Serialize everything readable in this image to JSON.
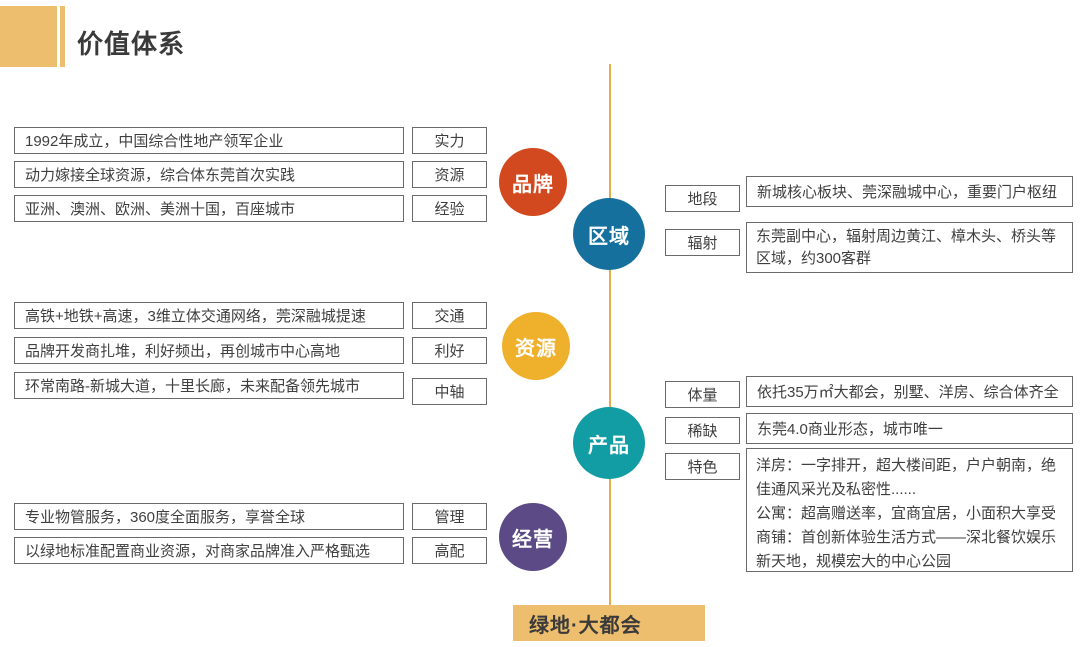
{
  "header": {
    "title": "价值体系"
  },
  "colors": {
    "accent_gold": "#ECBE6E",
    "line_gold": "#E9AC4B",
    "circle_brand": "#D3491F",
    "circle_region": "#15709D",
    "circle_resource": "#EFB02C",
    "circle_product": "#129DA5",
    "circle_operation": "#5B4A86"
  },
  "circles": [
    {
      "label": "品牌"
    },
    {
      "label": "区域"
    },
    {
      "label": "资源"
    },
    {
      "label": "产品"
    },
    {
      "label": "经营"
    }
  ],
  "left": {
    "brand_rows": [
      {
        "text": "1992年成立，中国综合性地产领军企业",
        "tag": "实力"
      },
      {
        "text": "动力嫁接全球资源，综合体东莞首次实践",
        "tag": "资源"
      },
      {
        "text": "亚洲、澳洲、欧洲、美洲十国，百座城市",
        "tag": "经验"
      }
    ],
    "resource_rows": [
      {
        "text": "高铁+地铁+高速，3维立体交通网络，莞深融城提速",
        "tag": "交通"
      },
      {
        "text": "品牌开发商扎堆，利好频出，再创城市中心高地",
        "tag": "利好"
      },
      {
        "text": "环常南路-新城大道，十里长廊，未来配备领先城市",
        "tag": "中轴"
      }
    ],
    "operation_rows": [
      {
        "text": "专业物管服务，360度全面服务，享誉全球",
        "tag": "管理"
      },
      {
        "text": "以绿地标准配置商业资源，对商家品牌准入严格甄选",
        "tag": "高配"
      }
    ]
  },
  "right": {
    "region_rows": [
      {
        "tag": "地段",
        "text": "新城核心板块、莞深融城中心，重要门户枢纽"
      },
      {
        "tag": "辐射",
        "text": "东莞副中心，辐射周边黄江、樟木头、桥头等区域，约300客群"
      }
    ],
    "product_rows": [
      {
        "tag": "体量",
        "text": "依托35万㎡大都会，别墅、洋房、综合体齐全"
      },
      {
        "tag": "稀缺",
        "text": "东莞4.0商业形态，城市唯一"
      },
      {
        "tag": "特色",
        "text": "洋房：一字排开，超大楼间距，户户朝南，绝佳通风采光及私密性......\n公寓：超高赠送率，宜商宜居，小面积大享受\n商铺：首创新体验生活方式——深北餐饮娱乐\n新天地，规模宏大的中心公园"
      }
    ]
  },
  "footer": {
    "project": "绿地·大都会"
  }
}
